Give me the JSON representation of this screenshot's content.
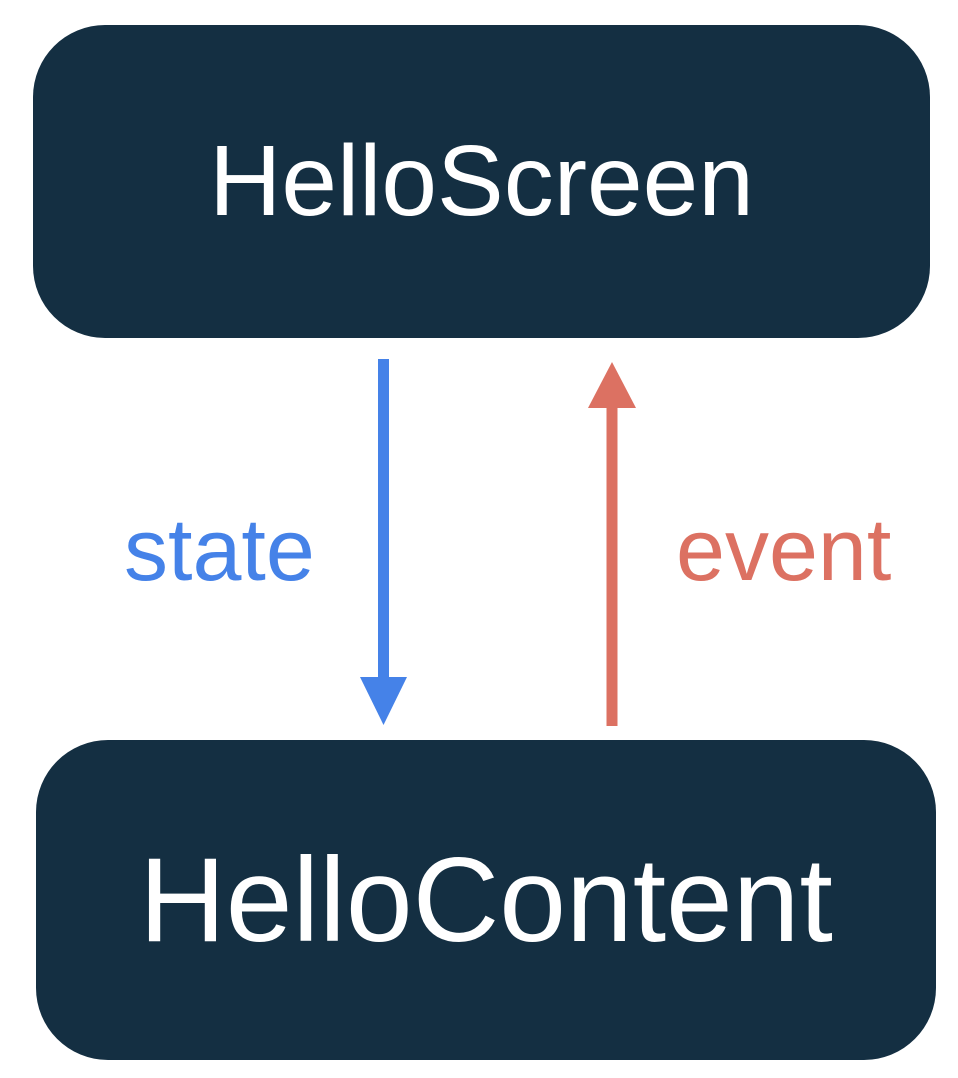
{
  "colors": {
    "page_bg": "#FFFFFF",
    "box_bg": "#142F42",
    "box_text": "#FFFFFF",
    "state_blue": "#4582E8",
    "event_red": "#DC7162"
  },
  "diagram": {
    "top_box": {
      "label": "HelloScreen"
    },
    "bottom_box": {
      "label": "HelloContent"
    },
    "state_arrow": {
      "label": "state",
      "direction": "down"
    },
    "event_arrow": {
      "label": "event",
      "direction": "up"
    }
  }
}
